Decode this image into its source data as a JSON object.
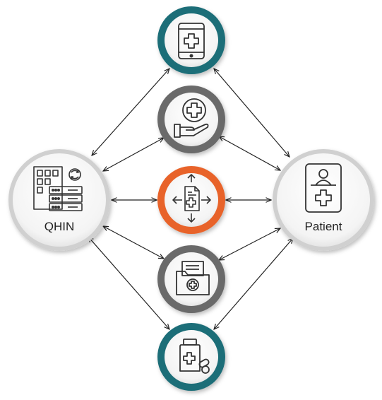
{
  "nodes": {
    "qhin": {
      "label": "QHIN",
      "icon": "hospital-building-sync-server-icon"
    },
    "patient": {
      "label": "Patient",
      "icon": "patient-id-card-icon"
    },
    "tablet": {
      "label": "",
      "icon": "medical-tablet-icon",
      "ring": "teal"
    },
    "care": {
      "label": "",
      "icon": "hand-holding-medical-cross-icon",
      "ring": "gray"
    },
    "exchange": {
      "label": "",
      "icon": "document-exchange-arrows-icon",
      "ring": "orange"
    },
    "records": {
      "label": "",
      "icon": "medical-records-folder-icon",
      "ring": "gray"
    },
    "pharmacy": {
      "label": "",
      "icon": "medicine-bottle-pills-icon",
      "ring": "teal"
    }
  },
  "colors": {
    "teal": "#1f6e78",
    "gray": "#6b6b6b",
    "orange": "#e8632b",
    "large_ring": "#bdbdbd",
    "icon_stroke": "#333333",
    "arrow": "#222222"
  }
}
